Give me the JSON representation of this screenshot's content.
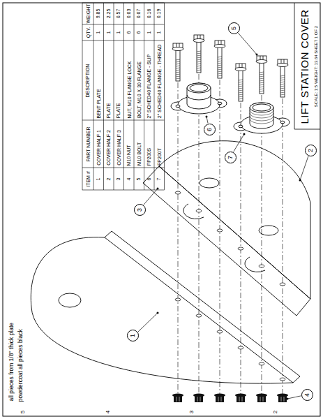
{
  "diagram": {
    "title": "LIFT STATION COVER",
    "nodes": [
      {
        "text": [
          "1"
        ]
      },
      {
        "text": [
          "2"
        ]
      },
      {
        "text": [
          "3"
        ]
      },
      {
        "text": [
          "4"
        ]
      },
      {
        "text": [
          "5"
        ]
      },
      {
        "text": [
          "6"
        ]
      },
      {
        "text": [
          "7"
        ]
      }
    ],
    "labels": [
      "ITEM #",
      "PART NUMBER",
      "DESCRIPTION",
      "QTY.",
      "WEIGHT",
      "1",
      "COVER HALF 1",
      "BENT PLATE",
      "1",
      "9.85",
      "2",
      "COVER HALF 2",
      "PLATE",
      "1",
      "2.25",
      "3",
      "COVER HALF 3",
      "PLATE",
      "1",
      "0.57",
      "4",
      "M10 NUT",
      "NUT, M10 FLANGE LOCK",
      "6",
      "0.03",
      "5",
      "M10 BOLT",
      "BOLT, M10 X 30 FLANGE",
      "6",
      "0.07",
      "6",
      "FP200S",
      "2\" SCHED40 FLANGE - SLIP",
      "1",
      "0.16",
      "7",
      "FP200T",
      "2\" SCHED40 FLANGE - THREAD",
      "1",
      "0.19",
      "SCALE: 1:5 WEIGHT: 13.64 SHEET 1 OF 2",
      "all pieces from 1/8\" thick plate",
      "powdercoat all pieces black",
      "5",
      "4",
      "3",
      "2"
    ]
  }
}
